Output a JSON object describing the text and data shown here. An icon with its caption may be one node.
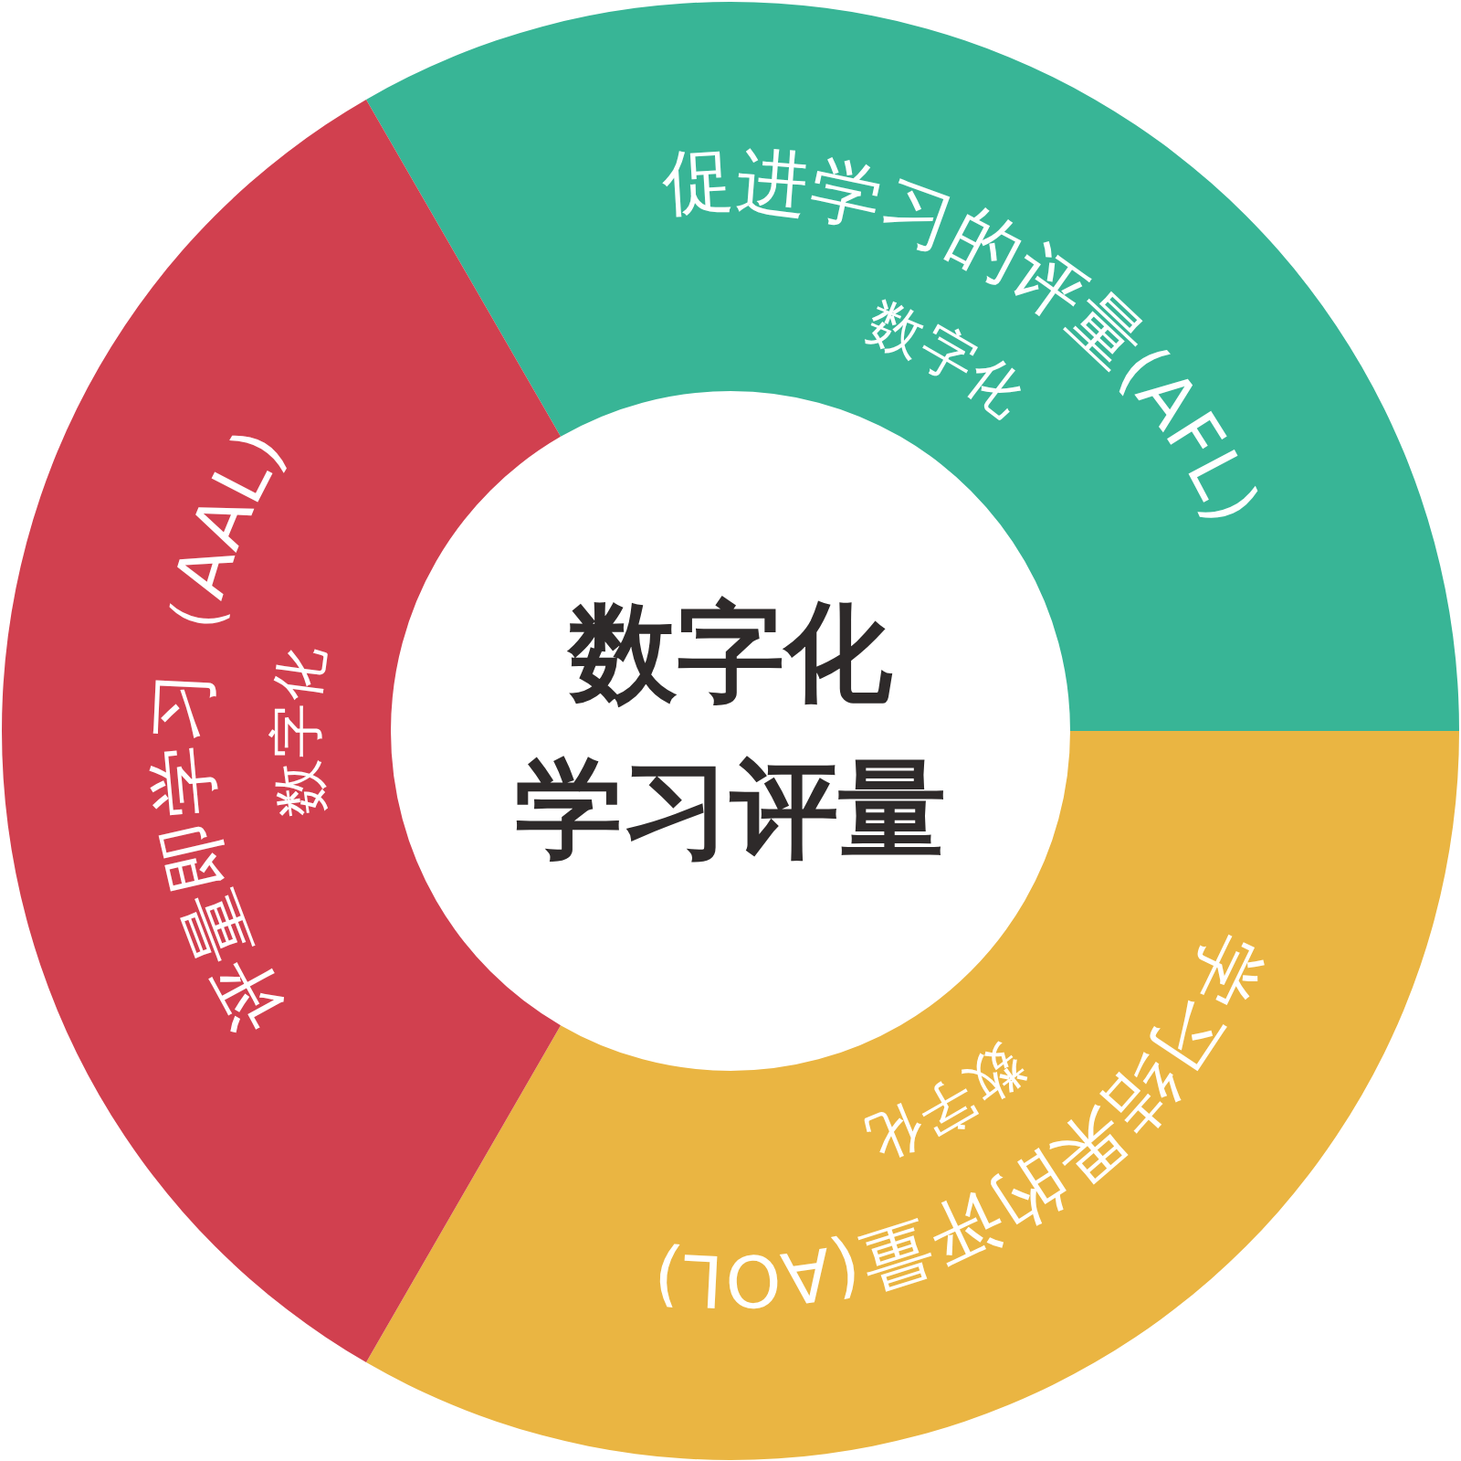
{
  "diagram": {
    "nodes": [
      {
        "text": [
          "数字化",
          "学习评量"
        ]
      },
      {
        "text": [
          "促进学习的评量(AFL)",
          "数字化"
        ]
      },
      {
        "text": [
          "学习结果的评量(AOL)",
          "数字化"
        ]
      },
      {
        "text": [
          "评量即学习（AAL)",
          "数字化"
        ]
      }
    ]
  }
}
